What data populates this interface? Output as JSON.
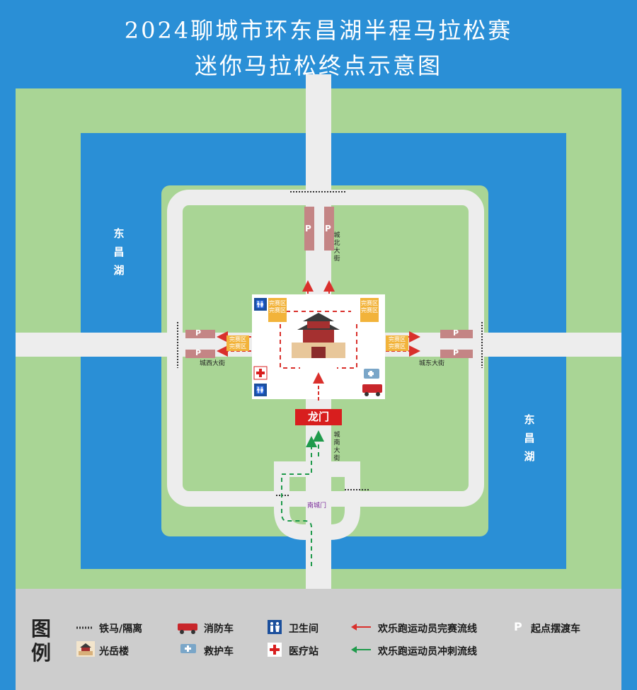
{
  "title": {
    "line1": "2024聊城市环东昌湖半程马拉松赛",
    "line2": "迷你马拉松终点示意图"
  },
  "map": {
    "lake_label_left": [
      "东",
      "昌",
      "湖"
    ],
    "lake_label_right": [
      "东",
      "昌",
      "湖"
    ],
    "streets": {
      "north": [
        "城",
        "北",
        "大",
        "街"
      ],
      "south": [
        "城",
        "南",
        "大",
        "街"
      ],
      "west": "城西大街",
      "east": "城东大街"
    },
    "gate_label": "龙门",
    "south_gate": "南城门",
    "parking_marker": "P",
    "finish_area_label": [
      "完赛区",
      "完赛区"
    ],
    "colors": {
      "water": "#2a8fd6",
      "land": "#a9d595",
      "road": "#ededed",
      "finish_flow": "#d9302c",
      "sprint_flow": "#1f9a4b",
      "plaza": "#ffffff",
      "gate": "#d81e1e",
      "finish_zone": "#f2b33a"
    }
  },
  "legend": {
    "title": [
      "图",
      "例"
    ],
    "items": [
      {
        "icon": "barrier-icon",
        "label": "铁马/隔离"
      },
      {
        "icon": "fire-truck-icon",
        "label": "消防车"
      },
      {
        "icon": "restroom-icon",
        "label": "卫生间"
      },
      {
        "icon": "red-arrow-icon",
        "label": "欢乐跑运动员完赛流线"
      },
      {
        "icon": "parking-icon",
        "label": "起点摆渡车"
      },
      {
        "icon": "tower-icon",
        "label": "光岳楼"
      },
      {
        "icon": "ambulance-icon",
        "label": "救护车"
      },
      {
        "icon": "medical-cross-icon",
        "label": "医疗站"
      },
      {
        "icon": "green-arrow-icon",
        "label": "欢乐跑运动员冲刺流线"
      }
    ]
  }
}
